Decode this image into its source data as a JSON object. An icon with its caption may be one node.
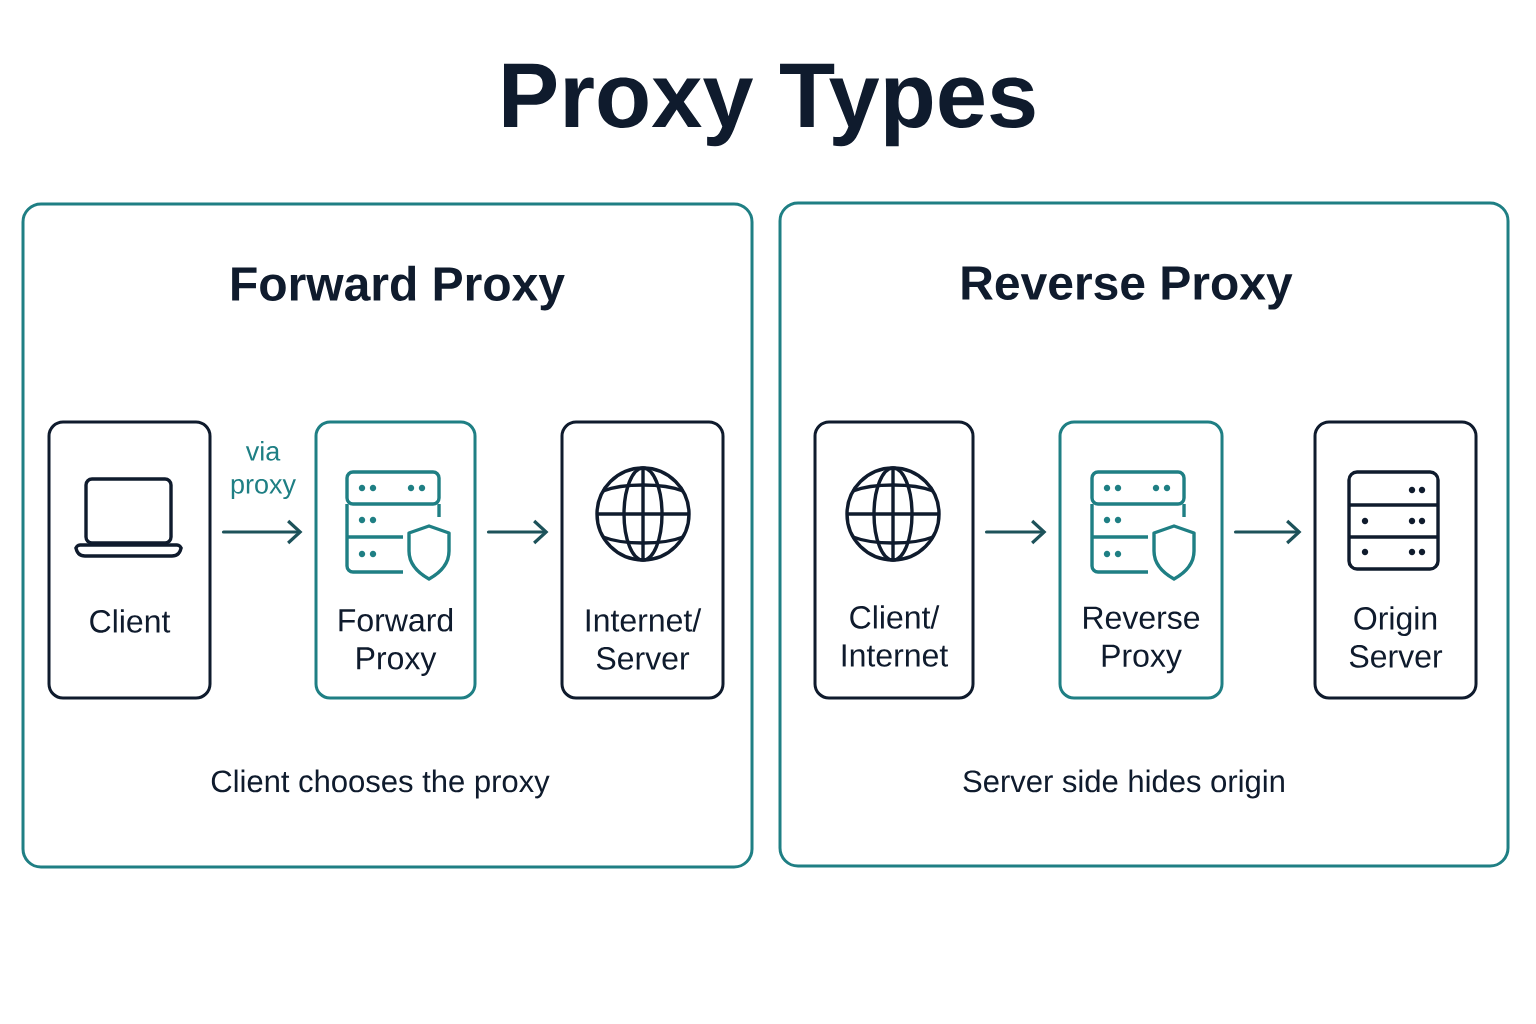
{
  "diagram": {
    "title": "Proxy Types",
    "nodes": [
      {
        "text": [
          "Forward Proxy",
          "Client chooses the proxy"
        ]
      },
      {
        "text": [
          "Client"
        ],
        "in": 0
      },
      {
        "text": [
          "Forward Proxy"
        ],
        "in": 0
      },
      {
        "text": [
          "Internet/ Server"
        ],
        "in": 0
      },
      {
        "text": [
          "Reverse Proxy",
          "Server side hides origin"
        ]
      },
      {
        "text": [
          "Client/ Internet"
        ],
        "in": 4
      },
      {
        "text": [
          "Reverse Proxy"
        ],
        "in": 4
      },
      {
        "text": [
          "Origin Server"
        ],
        "in": 4
      }
    ],
    "edges": [
      {
        "from": 1,
        "to": 2,
        "arrow": "to",
        "label": "via proxy"
      },
      {
        "from": 2,
        "to": 3,
        "arrow": "to"
      },
      {
        "from": 5,
        "to": 6,
        "arrow": "to"
      },
      {
        "from": 6,
        "to": 7,
        "arrow": "to"
      }
    ]
  }
}
